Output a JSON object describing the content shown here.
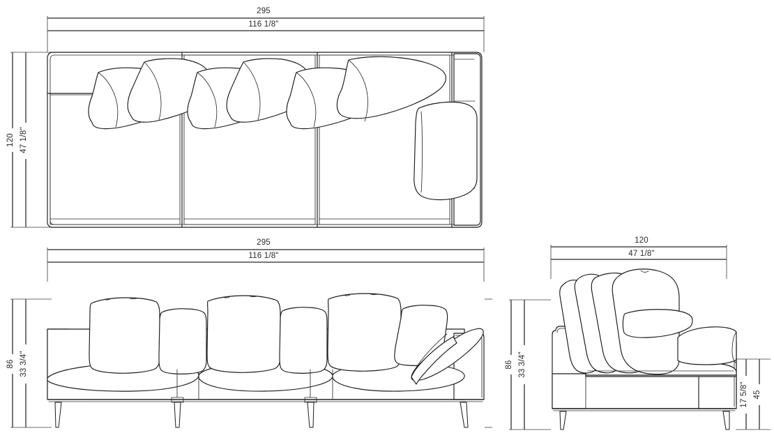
{
  "document": {
    "type": "technical-drawing",
    "subject": "3-seat sofa",
    "unit_primary": "cm",
    "unit_secondary": "inches",
    "line_color": "#1a1a1a",
    "dimension_color": "#4a4a4a",
    "background": "#ffffff"
  },
  "views": [
    {
      "id": "top-view",
      "name": "Top / Plan View",
      "dimensions": {
        "width_metric": "295",
        "width_imperial": "116 1/8\"",
        "depth_metric": "120",
        "depth_imperial": "47 1/8\""
      },
      "seat_modules": 3,
      "back_cushions": 6,
      "arm_cushions": 1
    },
    {
      "id": "front-view",
      "name": "Front Elevation",
      "dimensions": {
        "width_metric": "295",
        "width_imperial": "116 1/8\"",
        "height_metric": "86",
        "height_imperial": "33 3/4\""
      },
      "seat_cushions": 3,
      "back_cushions": 6,
      "legs": 4
    },
    {
      "id": "side-view",
      "name": "Side Elevation",
      "dimensions": {
        "depth_metric": "120",
        "depth_imperial": "47 1/8\"",
        "height_metric": "86",
        "height_imperial": "33 3/4\"",
        "arm_height_metric": "45",
        "arm_height_imperial": "17 5/8\""
      },
      "legs": 2
    }
  ],
  "labels": {
    "top_width_metric": "295",
    "top_width_imperial": "116 1/8\"",
    "top_depth_metric": "120",
    "top_depth_imperial": "47 1/8\"",
    "front_width_metric": "295",
    "front_width_imperial": "116 1/8\"",
    "front_height_metric": "86",
    "front_height_imperial": "33 3/4\"",
    "front_height_right_metric": "86",
    "side_depth_metric": "120",
    "side_depth_imperial": "47 1/8\"",
    "side_height_metric": "86",
    "side_height_imperial": "33 3/4\"",
    "side_seat_metric": "45",
    "side_seat_imperial": "17 5/8\""
  }
}
